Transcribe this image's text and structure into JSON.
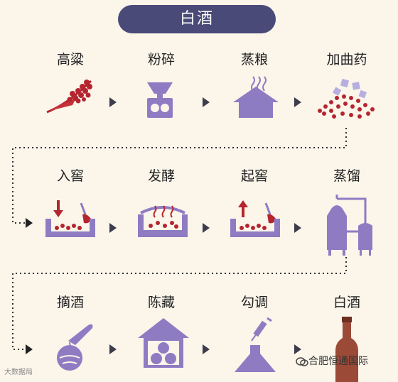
{
  "title": "白酒",
  "steps": [
    {
      "label": "高粱",
      "icon": "sorghum-icon"
    },
    {
      "label": "粉碎",
      "icon": "grinder-icon"
    },
    {
      "label": "蒸粮",
      "icon": "steam-house-icon"
    },
    {
      "label": "加曲药",
      "icon": "starter-pile-icon"
    },
    {
      "label": "入窖",
      "icon": "pit-in-icon"
    },
    {
      "label": "发酵",
      "icon": "ferment-pit-icon"
    },
    {
      "label": "起窖",
      "icon": "pit-out-icon"
    },
    {
      "label": "蒸馏",
      "icon": "still-icon"
    },
    {
      "label": "摘酒",
      "icon": "jug-pour-icon"
    },
    {
      "label": "陈藏",
      "icon": "storage-house-icon"
    },
    {
      "label": "勾调",
      "icon": "syringe-beaker-icon"
    },
    {
      "label": "白酒",
      "icon": "bottle-icon"
    }
  ],
  "watermark": "合肥恒通国际",
  "stamp": "大数据局",
  "colors": {
    "background": "#fbf5ea",
    "accent": "#8e7cc3",
    "title_bg": "#4a4a78",
    "red": "#b5252f",
    "bottle": "#9a4a36"
  }
}
